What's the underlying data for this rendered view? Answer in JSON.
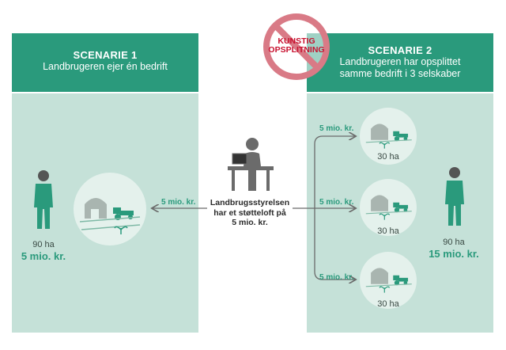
{
  "scenario1": {
    "title": "SCENARIE 1",
    "subtitle": "Landbrugeren ejer én bedrift",
    "hectares": "90 ha",
    "amount": "5 mio. kr.",
    "arrow_label": "5 mio. kr."
  },
  "scenario2": {
    "title": "SCENARIE 2",
    "subtitle_line1": "Landbrugeren har opsplittet",
    "subtitle_line2": "samme bedrift i 3 selskaber",
    "hectares": "90 ha",
    "amount": "15 mio. kr.",
    "companies": [
      {
        "arrow_label": "5 mio. kr.",
        "hectares": "30 ha"
      },
      {
        "arrow_label": "5 mio. kr.",
        "hectares": "30 ha"
      },
      {
        "arrow_label": "5 mio. kr.",
        "hectares": "30 ha"
      }
    ]
  },
  "agency": {
    "line1": "Landbrugsstyrelsen",
    "line2": "har et støtteloft på",
    "line3": "5 mio. kr."
  },
  "warning": {
    "line1": "KUNSTIG",
    "line2": "OPSPLITNING"
  },
  "colors": {
    "primary_green": "#2a9a7c",
    "panel_bg": "#c5e1d8",
    "warning_red": "#c8102e",
    "arrow_gray": "#6b6b6b"
  }
}
